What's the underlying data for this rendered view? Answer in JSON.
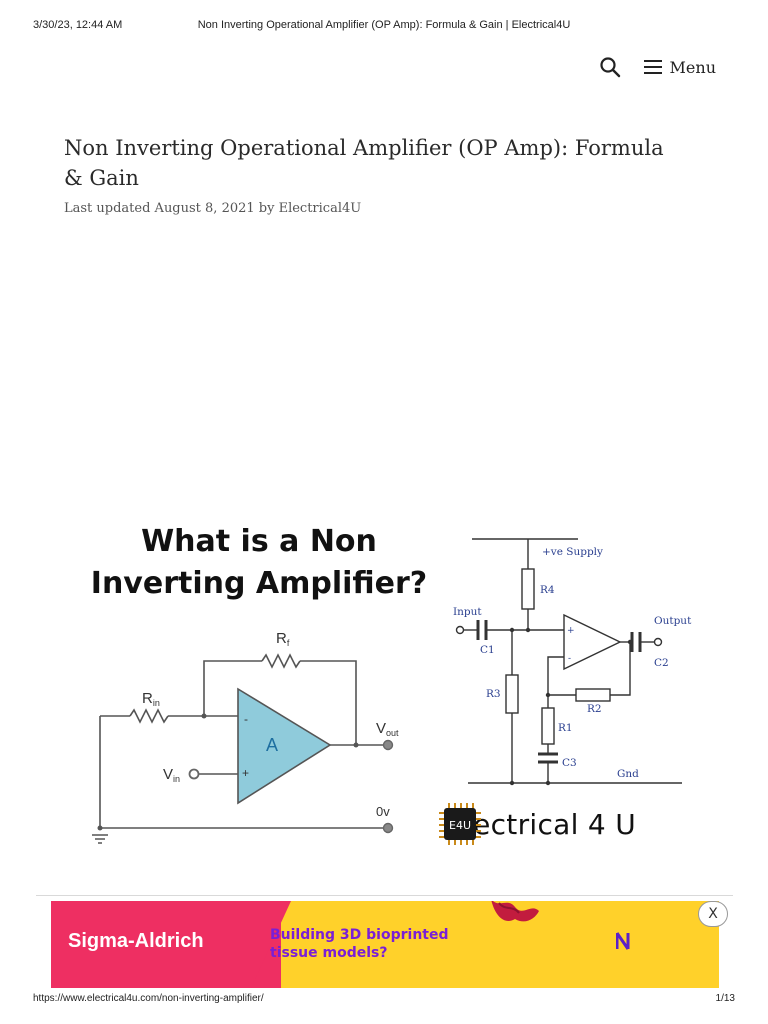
{
  "print_header": {
    "datetime": "3/30/23, 12:44 AM",
    "page_title": "Non Inverting Operational Amplifier (OP Amp): Formula & Gain | Electrical4U"
  },
  "nav": {
    "search_icon": "search-icon",
    "menu_icon": "hamburger-icon",
    "menu_label": "Menu"
  },
  "article": {
    "title": "Non Inverting Operational Amplifier (OP Amp): Formula & Gain",
    "meta": "Last updated August 8, 2021 by Electrical4U"
  },
  "figure": {
    "title_line1": "What is a Non",
    "title_line2": "Inverting Amplifier?",
    "left_circuit": {
      "rf": "R",
      "rf_sub": "f",
      "rin": "R",
      "rin_sub": "in",
      "vin": "V",
      "vin_sub": "in",
      "vout": "V",
      "vout_sub": "out",
      "gain": "A",
      "minus": "-",
      "plus": "+",
      "zero": "0v"
    },
    "right_circuit": {
      "supply": "+ve Supply",
      "r4": "R4",
      "input": "Input",
      "c1": "C1",
      "r3": "R3",
      "output": "Output",
      "c2": "C2",
      "r2": "R2",
      "r1": "R1",
      "c3": "C3",
      "gnd": "Gnd",
      "minus": "-",
      "plus": "+"
    },
    "brand_chip": "E4U",
    "brand_text": "Electrical 4 U"
  },
  "ad": {
    "brand": "Sigma-Aldrich",
    "copy": "Building 3D bioprinted tissue models?",
    "close_label": "X",
    "colors": {
      "pink": "#ee2f62",
      "yellow": "#ffd12a",
      "purple": "#7a1fd6"
    }
  },
  "print_footer": {
    "url": "https://www.electrical4u.com/non-inverting-amplifier/",
    "page": "1/13"
  }
}
